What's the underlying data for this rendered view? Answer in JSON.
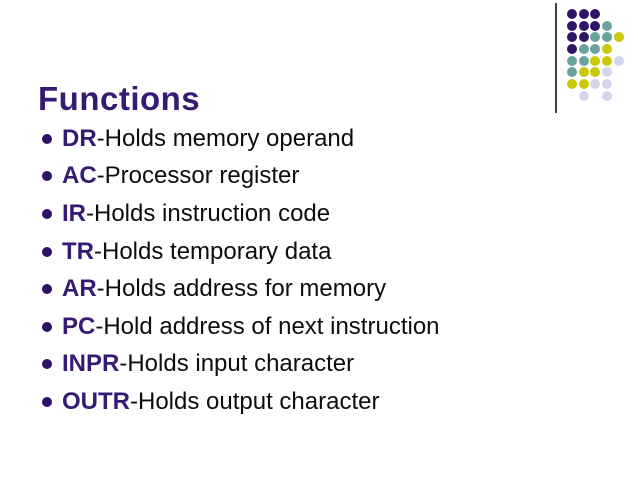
{
  "slide": {
    "title": "Functions",
    "bullets": [
      {
        "term": "DR",
        "desc": "-Holds memory operand"
      },
      {
        "term": "AC",
        "desc": "-Processor register"
      },
      {
        "term": "IR",
        "desc": "-Holds instruction code"
      },
      {
        "term": "TR",
        "desc": "-Holds temporary data"
      },
      {
        "term": "AR",
        "desc": "-Holds address for memory"
      },
      {
        "term": "PC",
        "desc": "-Hold address of next instruction"
      },
      {
        "term": "INPR",
        "desc": "-Holds input character"
      },
      {
        "term": "OUTR",
        "desc": "-Holds output character"
      }
    ]
  },
  "colors": {
    "background": "#FFFFFF",
    "title": "#371A72",
    "term": "#371A72",
    "body_text": "#0D0D0D",
    "bullet_dot": "#2E1166",
    "divider": "#3F3F3F",
    "dot_purple": "#301466",
    "dot_teal": "#69A3A0",
    "dot_yellow": "#C9C90A",
    "dot_lavender": "#D6D4E8"
  },
  "decoration": {
    "dot_grid_rows": [
      "PPP..",
      "PPPT.",
      "PPTTY",
      "PTTY.",
      "TTYYL",
      "TYYL.",
      "YYLL.",
      ".L.L."
    ],
    "dot_color_keys": {
      "P": "dot_purple",
      "T": "dot_teal",
      "Y": "dot_yellow",
      "L": "dot_lavender"
    }
  }
}
